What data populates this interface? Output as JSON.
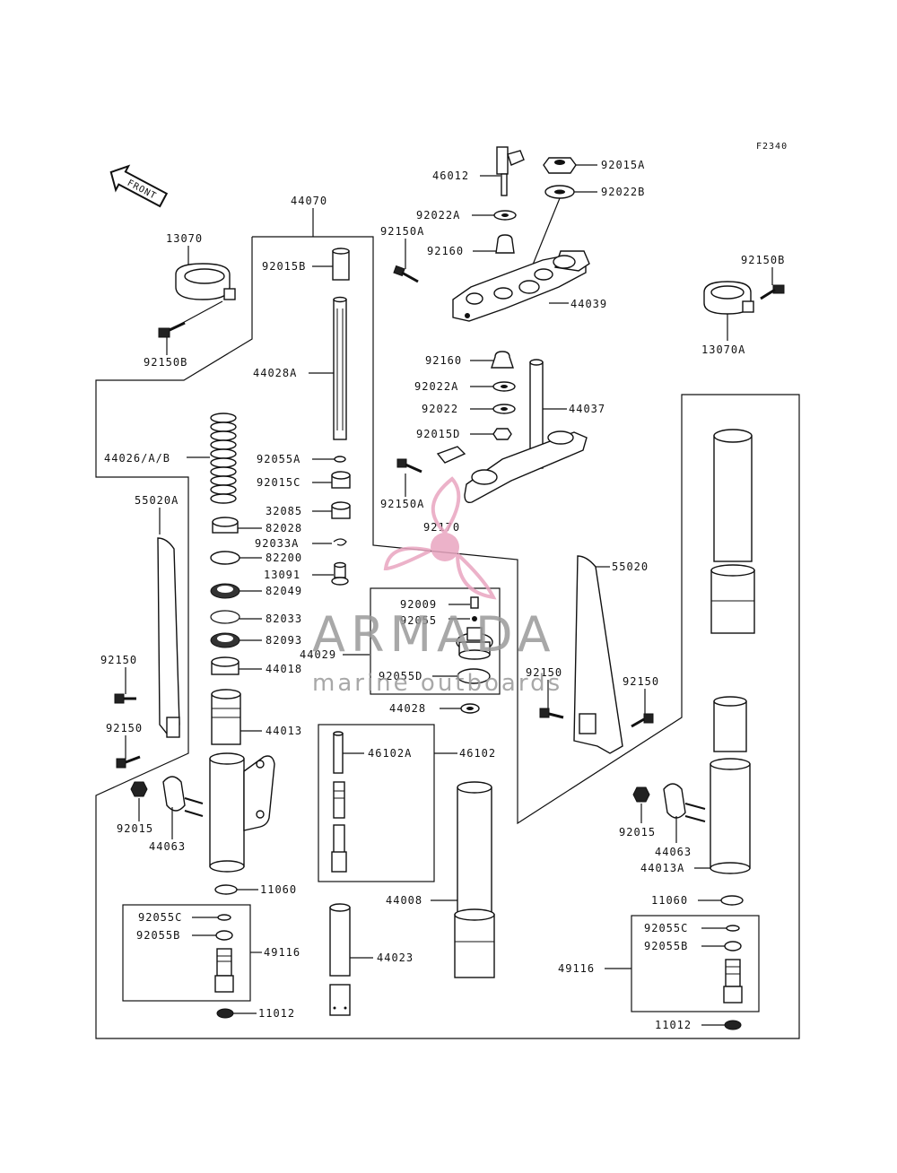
{
  "figure_code": "F2340",
  "front_arrow": "FRONT",
  "watermark": {
    "brand": "ARMADA",
    "tagline": "marine outboards",
    "logo_color": "#e9a5c0",
    "text_color": "#9a9a9a"
  },
  "labels": {
    "p46012": "46012",
    "p92015A": "92015A",
    "p92022B": "92022B",
    "p92022A_top": "92022A",
    "p92150A_top": "92150A",
    "p92160_top": "92160",
    "p44039": "44039",
    "p92150B_right": "92150B",
    "p13070A": "13070A",
    "p44070": "44070",
    "p13070": "13070",
    "p92015B": "92015B",
    "p92150B_left": "92150B",
    "p44028A": "44028A",
    "p92160_mid": "92160",
    "p92022A_mid": "92022A",
    "p92022": "92022",
    "p44037": "44037",
    "p92015D": "92015D",
    "p92150A_mid": "92150A",
    "p92170": "92170",
    "p44026": "44026/A/B",
    "p92055A": "92055A",
    "p92015C": "92015C",
    "p32085": "32085",
    "p82028": "82028",
    "p92033A": "92033A",
    "p82200": "82200",
    "p13091": "13091",
    "p82049": "82049",
    "p82033": "82033",
    "p82093": "82093",
    "p44018": "44018",
    "p44013": "44013",
    "p55020A": "55020A",
    "p55020": "55020",
    "p92009": "92009",
    "p92055": "92055",
    "p44029": "44029",
    "p92055D": "92055D",
    "p44028": "44028",
    "p92150_l1": "92150",
    "p92150_l2": "92150",
    "p92150_r1": "92150",
    "p92150_r2": "92150",
    "p46102A": "46102A",
    "p46102": "46102",
    "p92015_l": "92015",
    "p44063_l": "44063",
    "p92015_r": "92015",
    "p44063_r": "44063",
    "p44013A": "44013A",
    "p11060_l": "11060",
    "p11060_r": "11060",
    "p44008": "44008",
    "p92055C_l": "92055C",
    "p92055B_l": "92055B",
    "p49116_l": "49116",
    "p44023": "44023",
    "p11012_l": "11012",
    "p92055C_r": "92055C",
    "p92055B_r": "92055B",
    "p49116_r": "49116",
    "p11012_r": "11012"
  }
}
